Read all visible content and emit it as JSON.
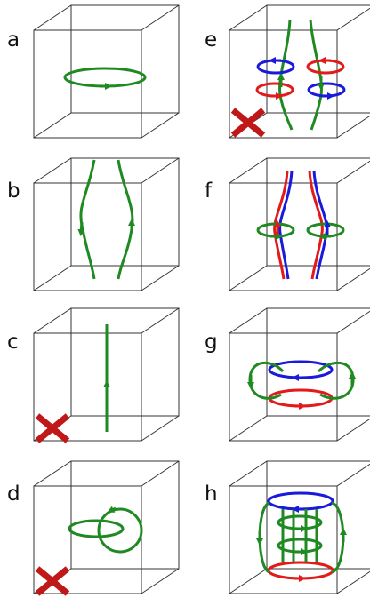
{
  "panels": [
    {
      "id": "a",
      "label": "a",
      "crossed": false
    },
    {
      "id": "b",
      "label": "b",
      "crossed": false
    },
    {
      "id": "c",
      "label": "c",
      "crossed": true
    },
    {
      "id": "d",
      "label": "d",
      "crossed": true
    },
    {
      "id": "e",
      "label": "e",
      "crossed": true
    },
    {
      "id": "f",
      "label": "f",
      "crossed": false
    },
    {
      "id": "g",
      "label": "g",
      "crossed": false
    },
    {
      "id": "h",
      "label": "h",
      "crossed": false
    }
  ],
  "colors": {
    "cube": "#333333",
    "green": "#1f8a22",
    "blue": "#1a1adb",
    "red": "#e21a1a",
    "cross": "#c01818"
  }
}
